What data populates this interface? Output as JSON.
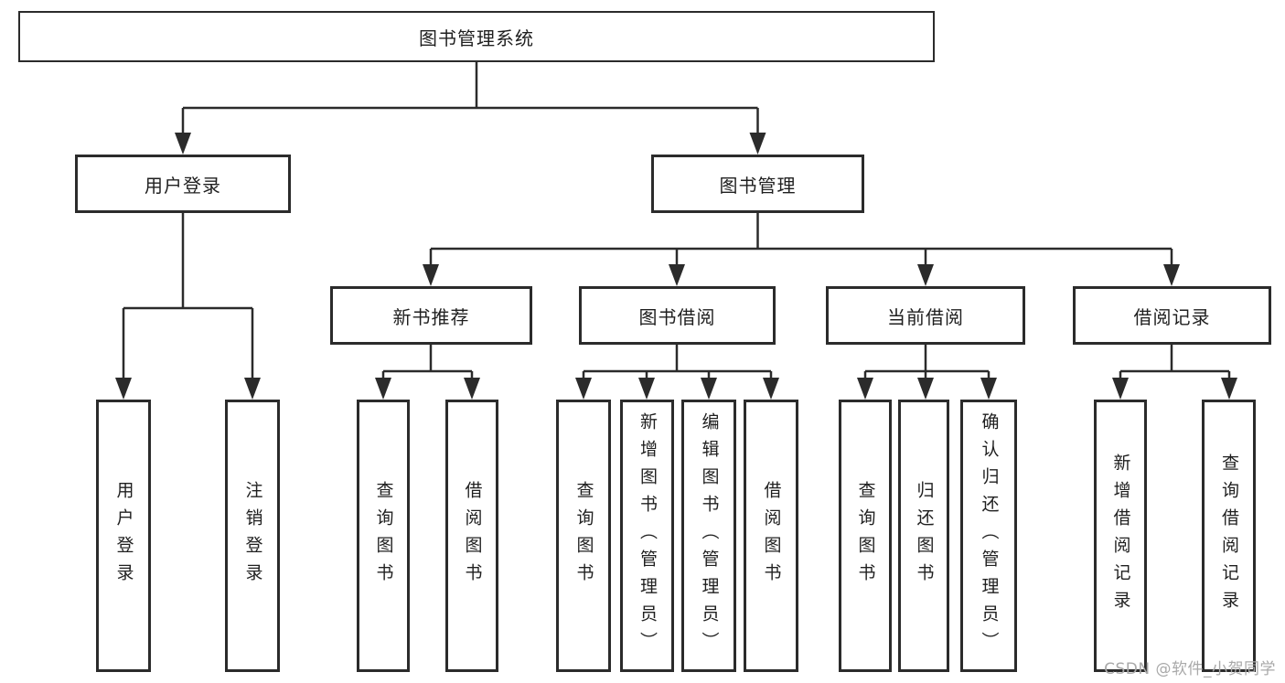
{
  "diagram": {
    "root": {
      "label": "图书管理系统"
    },
    "branches": [
      {
        "label": "用户登录",
        "children": [
          {
            "label": "用户登录"
          },
          {
            "label": "注销登录"
          }
        ]
      },
      {
        "label": "图书管理",
        "children": [
          {
            "label": "新书推荐",
            "children": [
              {
                "label": "查询图书"
              },
              {
                "label": "借阅图书"
              }
            ]
          },
          {
            "label": "图书借阅",
            "children": [
              {
                "label": "查询图书"
              },
              {
                "label": "新增图书（管理员）"
              },
              {
                "label": "编辑图书（管理员）"
              },
              {
                "label": "借阅图书"
              }
            ]
          },
          {
            "label": "当前借阅",
            "children": [
              {
                "label": "查询图书"
              },
              {
                "label": "归还图书"
              },
              {
                "label": "确认归还（管理员）"
              }
            ]
          },
          {
            "label": "借阅记录",
            "children": [
              {
                "label": "新增借阅记录"
              },
              {
                "label": "查询借阅记录"
              }
            ]
          }
        ]
      }
    ]
  },
  "watermark": {
    "text": "CSDN @软件_小贺同学"
  },
  "colors": {
    "line": "#2b2b2b",
    "box_border": "#2b2b2b",
    "text": "#1f1f1f",
    "watermark": "#a9a9a9",
    "background": "#ffffff"
  }
}
